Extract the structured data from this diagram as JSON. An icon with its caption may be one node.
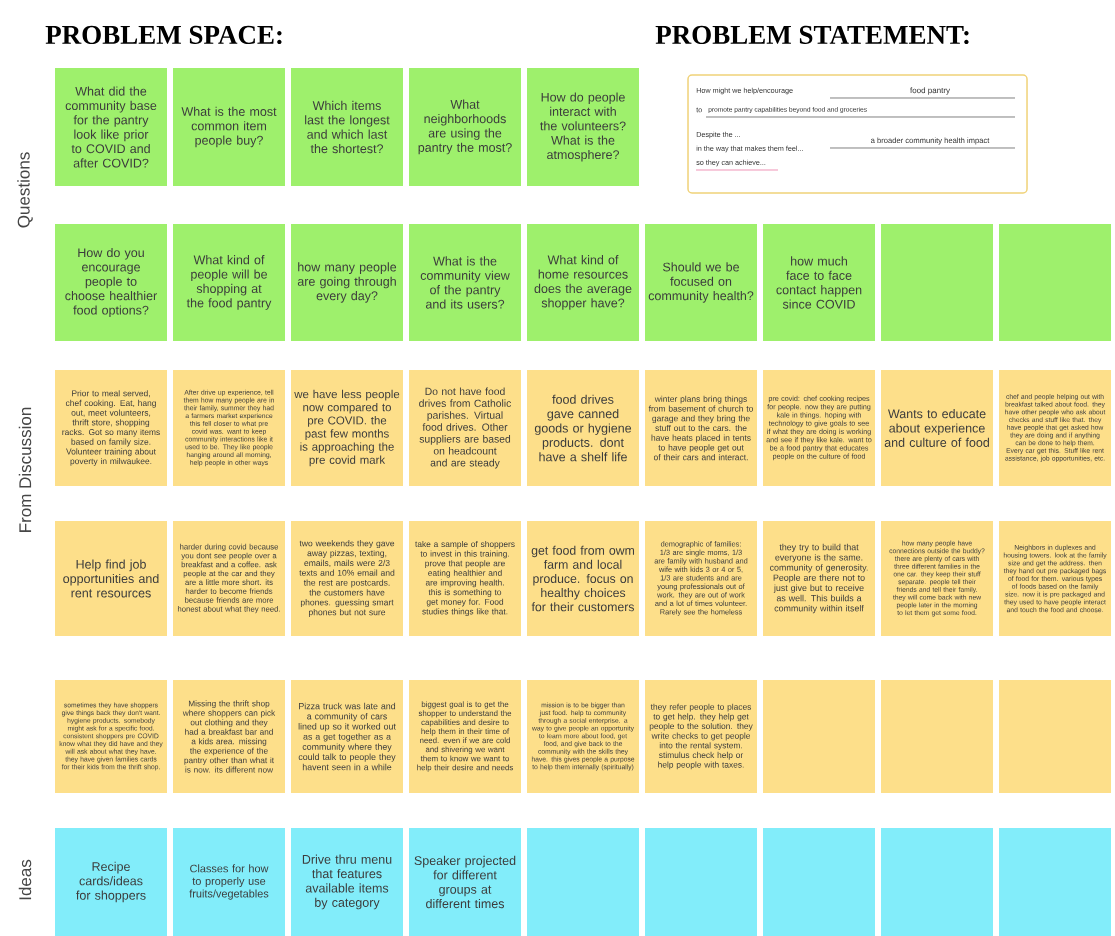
{
  "diagram": {
    "title": "PROBLEM SPACE:",
    "nodes": [
      {
        "text": [
          "What did the community base for the pantry look like prior to COVID and after COVID?"
        ]
      },
      {
        "text": [
          "What is the most common item people buy?"
        ]
      },
      {
        "text": [
          "Which items last the longest and which last the shortest?"
        ]
      },
      {
        "text": [
          "What neighborhoods are using the pantry the most?"
        ]
      },
      {
        "text": [
          "How do people interact with the volunteers? What is the atmosphere?"
        ]
      },
      {
        "text": [
          "How might we help/encourage",
          "food pantry",
          "to",
          "promote pantry capabilities beyond food and groceries",
          "Despite the ...",
          "a broader community health impact",
          "in the way that makes them feel...",
          "so they can achieve..."
        ]
      },
      {
        "text": [
          "How do you encourage people to choose healthier food options?"
        ]
      },
      {
        "text": [
          "What kind of people will be shopping at the food pantry"
        ]
      },
      {
        "text": [
          "how many people are going through every day?"
        ]
      },
      {
        "text": [
          "What is the community view of the pantry and its users?"
        ]
      },
      {
        "text": [
          "What kind of home resources does the average shopper have?"
        ]
      },
      {
        "text": [
          "Should we be focused on community health?"
        ]
      },
      {
        "text": [
          "how much face to face contact happen since COVID"
        ]
      },
      {
        "text": [],
        "shape": "box"
      },
      {
        "text": [],
        "shape": "box"
      },
      {
        "text": [
          "Prior to meal served, chef cooking. Eat, hang out, meet volunteers, thrift store, shopping racks. Got so many items based on family size. Volunteer training about poverty in milwaukee."
        ]
      },
      {
        "text": [
          "After drive up experience, tell them how many people are in their family, summer they had a farmers market experience this fell closer to what pre covid was. want to keep community interactions like it used to be. They like people hanging around all morning, help people in other ways"
        ]
      },
      {
        "text": [
          "we have less people now compared to pre COVID. the past few months is approaching the pre covid mark"
        ]
      },
      {
        "text": [
          "Do not have food drives from Catholic parishes. Virtual food drives. Other suppliers are based on headcount and are steady"
        ]
      },
      {
        "text": [
          "food drives gave canned goods or hygiene products. dont have a shelf life"
        ]
      },
      {
        "text": [
          "winter plans bring things from basement of church to garage and they bring the stuff out to the cars. the have heats placed in tents to have people get out of their cars and interact."
        ]
      },
      {
        "text": [
          "pre covid: chef cooking recipes for people. now they are putting kale in things. hoping with technology to give goals to see if what they are doing is working and see if they like kale. want to be a food pantry that educates people on the culture of food"
        ]
      },
      {
        "text": [
          "Wants to educate about experience and culture of food"
        ]
      },
      {
        "text": [
          "chef and people helping out with breakfast talked about food. they have other people who ask about checks and stuff like that. they have people that get asked how they are doing and if anything can be done to help them. Every car get this. Stuff like rent assistance, job opportunities, etc."
        ]
      },
      {
        "text": [
          "Help find job opportunities and rent resources"
        ]
      },
      {
        "text": [
          "harder during covid because you dont see people over a breakfast and a coffee. ask people at the car and they are a little more short. its harder to become friends because friends are more honest about what they need."
        ]
      },
      {
        "text": [
          "two weekends they gave away pizzas, texting, emails, mails were 2/3 texts and 10% email and the rest are postcards. the customers have phones. guessing smart phones but not sure"
        ]
      },
      {
        "text": [
          "take a sample of shoppers to invest in this training. prove that people are eating healthier and are improving health. this is something to get money for. Food studies things like that."
        ]
      },
      {
        "text": [
          "get food from owm farm and local produce. focus on healthy choices for their customers"
        ]
      },
      {
        "text": [
          "demographic of families: 1/3 are single moms, 1/3 are family with husband and wife with kids 3 or 4 or 5, 1/3 are students and are young professionals out of work. they are out of work and a lot of times volunteer. Rarely see the homeless"
        ]
      },
      {
        "text": [
          "they try to build that everyone is the same. community of generosity. People are there not to just give but to receive as well. This builds a community within itself"
        ]
      },
      {
        "text": [
          "how many people have connections outside the buddy? there are plenty of cars with three different families in the one car. they keep their stuff separate. people tell their friends and tell their family. they will come back with new people later in the morning to let them get some food."
        ]
      },
      {
        "text": [
          "Neighbors in duplexes and housing towers. look at the family size and get the address. then they hand out pre packaged bags of food for them. various types of foods based on the family size. now it is pre packaged and they used to have people interact and touch the food and choose."
        ]
      },
      {
        "text": [
          "sometimes they have shoppers give things back they don't want. hygiene products. somebody might ask for a specific food. consistent shoppers pre COVID know what they did have and they will ask about what they have. they have given families cards for their kids from the thrift shop."
        ]
      },
      {
        "text": [
          "Missing the thrift shop where shoppers can pick out clothing and they had a breakfast bar and a kids area. missing the experience of the pantry other than what it is now. its different now"
        ]
      },
      {
        "text": [
          "Pizza truck was late and a community of cars lined up so it worked out as a get together as a community where they could talk to people they havent seen in a while"
        ]
      },
      {
        "text": [
          "biggest goal is to get the shopper to understand the capabilities and desire to help them in their time of need. even if we are cold and shivering we want them to know we want to help their desire and needs"
        ]
      },
      {
        "text": [
          "mission is to be bigger than just food. help to community through a social enterprise. a way to give people an opportunity to learn more about food, get food, and give back to the community with the skills they have. this gives people a purpose to help them internally (spiritually)"
        ]
      },
      {
        "text": [
          "they refer people to places to get help. they help get people to the solution. they write checks to get people into the rental system. stimulus check help or help people with taxes."
        ]
      },
      {
        "text": [],
        "shape": "box"
      },
      {
        "text": [],
        "shape": "box"
      },
      {
        "text": [],
        "shape": "box"
      },
      {
        "text": [
          "Recipe cards/ideas for shoppers"
        ]
      },
      {
        "text": [
          "Classes for how to properly use fruits/vegetables"
        ]
      },
      {
        "text": [
          "Drive thru menu that features available items by category"
        ]
      },
      {
        "text": [
          "Speaker projected for different groups at different times"
        ]
      },
      {
        "text": [],
        "shape": "box"
      },
      {
        "text": [],
        "shape": "box"
      },
      {
        "text": [],
        "shape": "box"
      },
      {
        "text": [],
        "shape": "box"
      },
      {
        "text": [],
        "shape": "box"
      }
    ],
    "labels": [
      "PROBLEM STATEMENT:",
      "Questions",
      "From Discussion",
      "Ideas"
    ]
  }
}
